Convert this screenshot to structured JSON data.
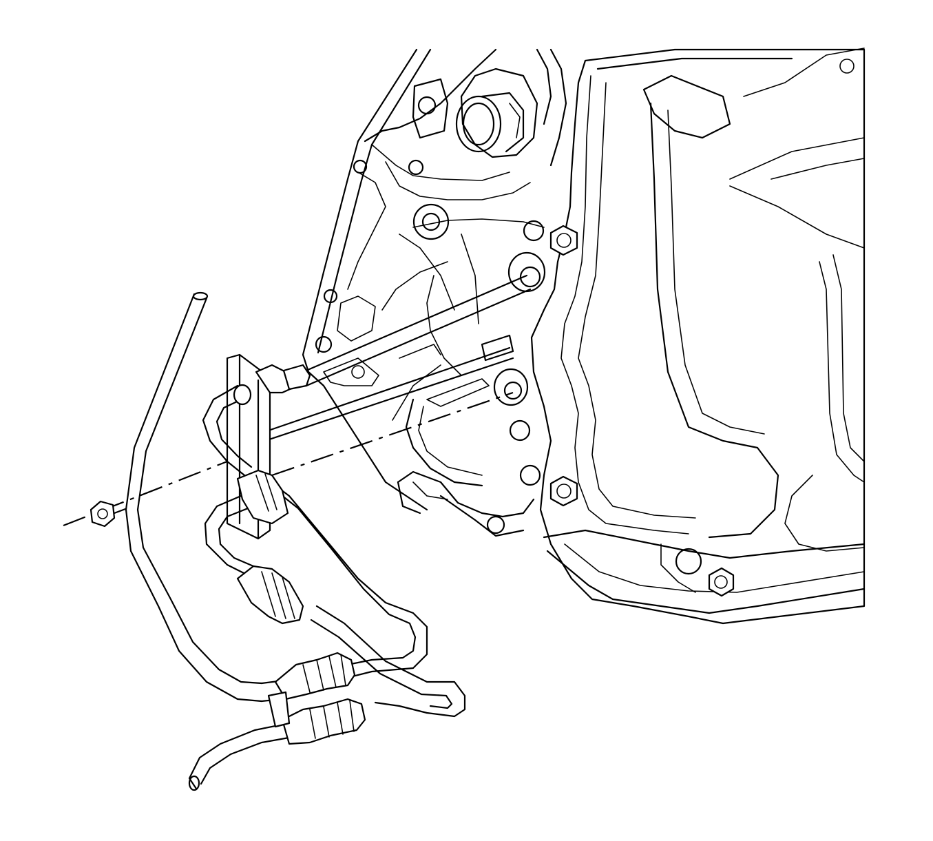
{
  "figure": {
    "kind": "line-art technical illustration",
    "style": {
      "stroke": "#000000",
      "background": "#ffffff"
    },
    "components": [
      "transmission-case",
      "transmission-oil-pan",
      "cooler-line-bracket",
      "cooler-line-bracket-bolts",
      "cooler-line-nut",
      "cooler-inlet-line",
      "cooler-outlet-line",
      "cooler-line-fittings",
      "vent-hose",
      "electrical-connector"
    ]
  }
}
